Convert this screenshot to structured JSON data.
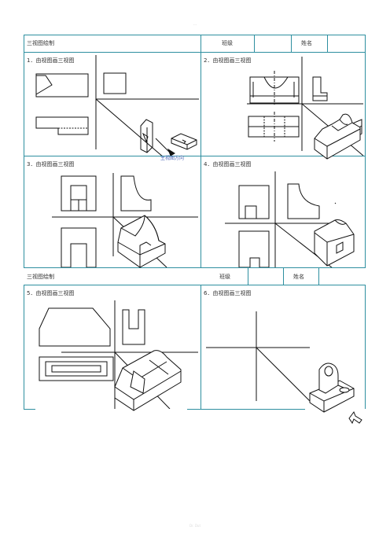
{
  "page_mark": "…",
  "footer_mark": "Dr. Dut",
  "header": {
    "title": "三视图绘制",
    "class_label": "班级",
    "name_label": "姓名"
  },
  "mid_header": {
    "title": "三视图绘制",
    "class_label": "班级",
    "name_label": "姓名"
  },
  "problems": [
    {
      "label": "1．由视图画三视图"
    },
    {
      "label": "2．由视图画三视图"
    },
    {
      "label": "3．由视图画三视图"
    },
    {
      "label": "4．由视图画三视图"
    },
    {
      "label": "5．由视图画三视图"
    },
    {
      "label": "6．由视图画三视图"
    }
  ],
  "hint_text": "主视图方向",
  "colors": {
    "table_line": "#2e8fa0",
    "hint": "#4a63b5",
    "ink": "#111111"
  }
}
